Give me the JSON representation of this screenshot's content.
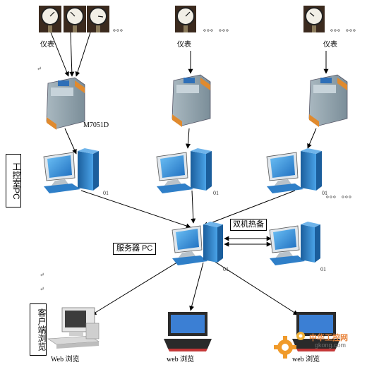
{
  "labels": {
    "instrument_label": "仪表",
    "dots": "。。。",
    "module_model": "M7051D",
    "workshop_pc": "工控室PC",
    "server_pc": "服务器 PC",
    "hot_standby": "双机热备",
    "client_browse": "客户端浏览",
    "web_browse_desktop": "Web 浏览",
    "web_browse_laptop": "web 浏览",
    "web_browse_laptop2": "web 浏览",
    "pc_tag": "01",
    "return_mark": "↵"
  },
  "watermark": {
    "title": "中华工控网",
    "url": "gkong.com"
  },
  "colors": {
    "arrow": "#000000",
    "module_body": "#8fa3ad",
    "module_terminal": "#e08a2e",
    "monitor_screen": "#3a8fd8",
    "tower": "#2f7fc8",
    "laptop_screen": "#3b7fd4",
    "gauge_face": "#f2efe6",
    "watermark_gear": "#f09a2a"
  }
}
